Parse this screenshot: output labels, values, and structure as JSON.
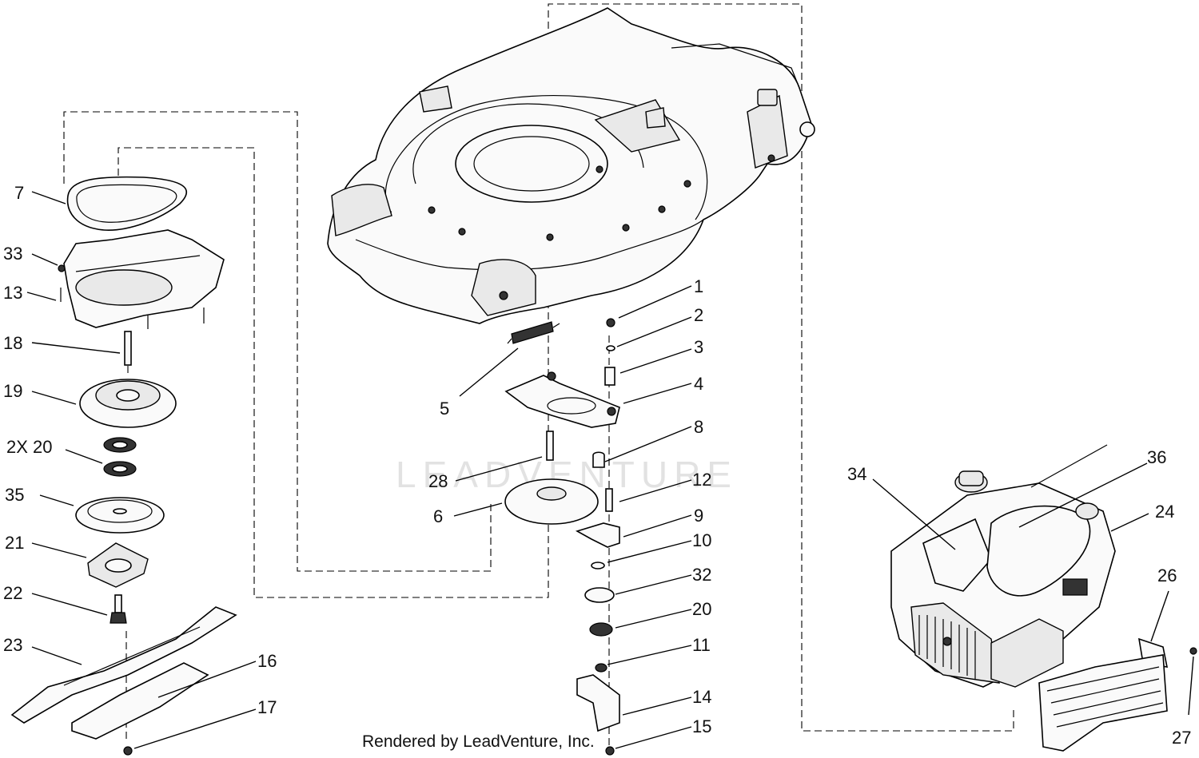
{
  "diagram": {
    "credit": "Rendered by LeadVenture, Inc.",
    "watermark": "LEADVENTURE",
    "callouts": {
      "c1": "1",
      "c2": "2",
      "c3": "3",
      "c4": "4",
      "c5": "5",
      "c6": "6",
      "c7": "7",
      "c8": "8",
      "c9": "9",
      "c10": "10",
      "c11": "11",
      "c12": "12",
      "c13": "13",
      "c14": "14",
      "c15": "15",
      "c16": "16",
      "c17": "17",
      "c18": "18",
      "c19": "19",
      "c20x2": "2X 20",
      "c20": "20",
      "c21": "21",
      "c22": "22",
      "c23": "23",
      "c24": "24",
      "c26": "26",
      "c27": "27",
      "c28": "28",
      "c32": "32",
      "c33": "33",
      "c34": "34",
      "c35": "35",
      "c36": "36"
    }
  }
}
